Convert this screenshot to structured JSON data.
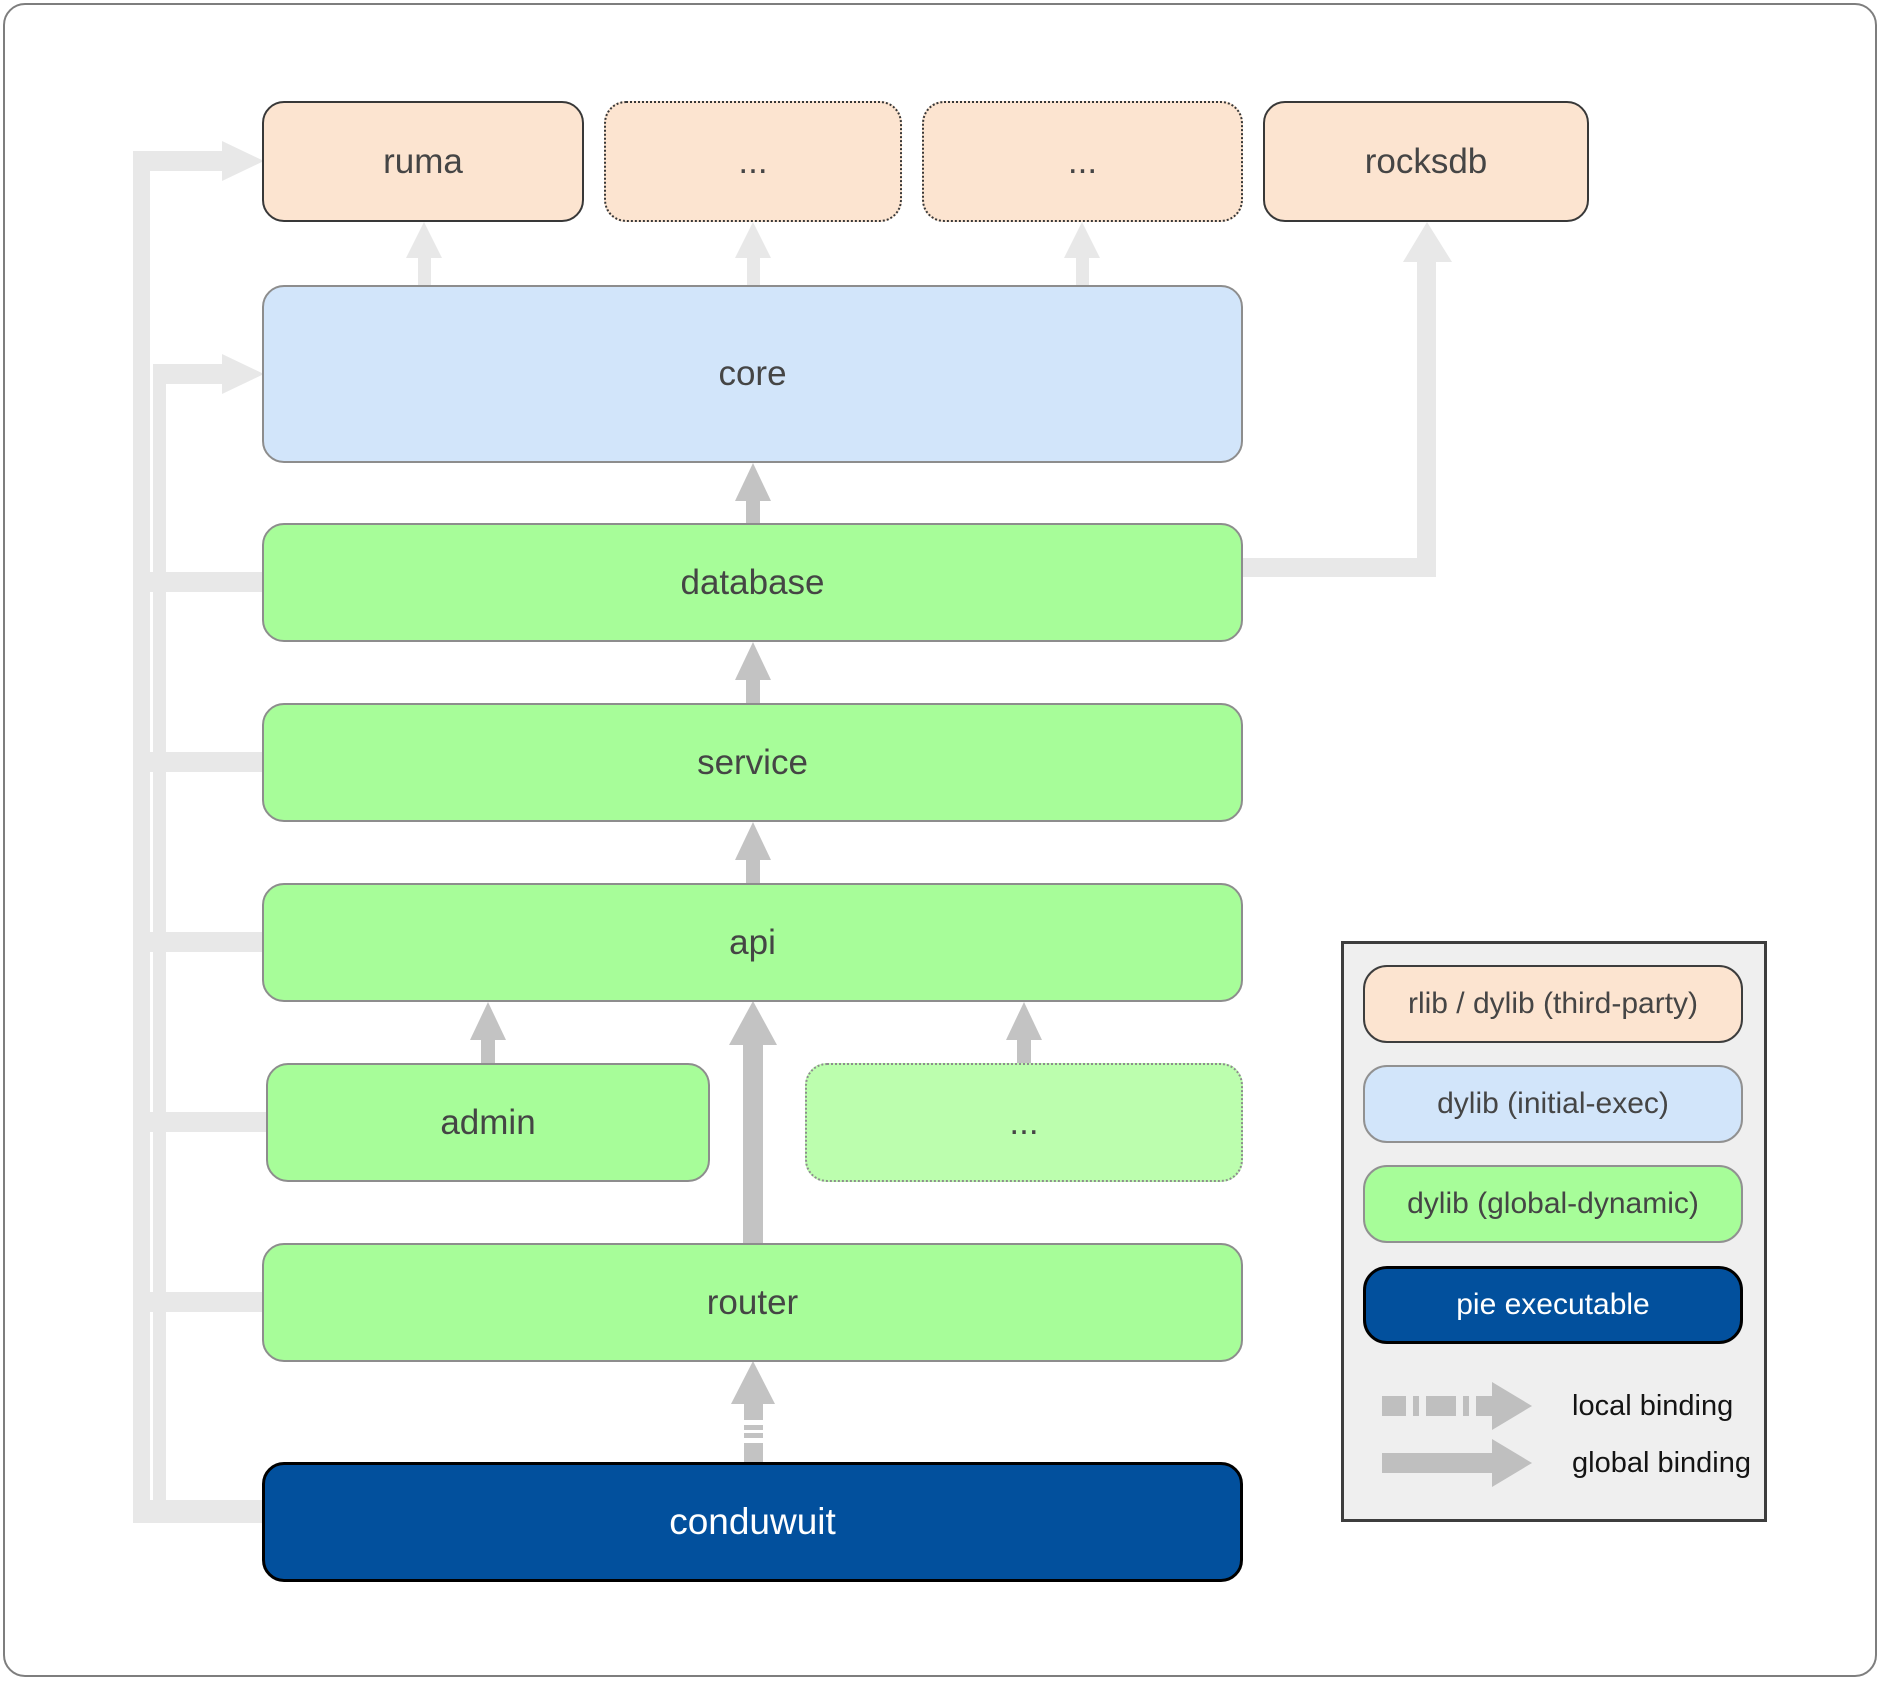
{
  "nodes": {
    "ruma": "ruma",
    "third_party_more_1": "...",
    "third_party_more_2": "...",
    "rocksdb": "rocksdb",
    "core": "core",
    "database": "database",
    "service": "service",
    "api": "api",
    "admin": "admin",
    "api_more": "...",
    "router": "router",
    "conduwuit": "conduwuit"
  },
  "edges": [
    {
      "from": "core",
      "to": "ruma",
      "binding": "global"
    },
    {
      "from": "core",
      "to": "third_party_more_1",
      "binding": "global"
    },
    {
      "from": "core",
      "to": "third_party_more_2",
      "binding": "global"
    },
    {
      "from": "database",
      "to": "rocksdb",
      "binding": "global"
    },
    {
      "from": "database",
      "to": "core",
      "binding": "global"
    },
    {
      "from": "service",
      "to": "database",
      "binding": "global"
    },
    {
      "from": "api",
      "to": "service",
      "binding": "global"
    },
    {
      "from": "admin",
      "to": "api",
      "binding": "global"
    },
    {
      "from": "api_more",
      "to": "api",
      "binding": "global"
    },
    {
      "from": "router",
      "to": "api",
      "binding": "global"
    },
    {
      "from": "conduwuit",
      "to": "router",
      "binding": "local"
    },
    {
      "from": "conduwuit",
      "to": "ruma",
      "binding": "global"
    },
    {
      "from": "conduwuit",
      "to": "core",
      "binding": "global"
    },
    {
      "from": "conduwuit",
      "to": "database",
      "binding": "global"
    },
    {
      "from": "conduwuit",
      "to": "service",
      "binding": "global"
    },
    {
      "from": "conduwuit",
      "to": "api",
      "binding": "global"
    },
    {
      "from": "conduwuit",
      "to": "admin",
      "binding": "global"
    },
    {
      "from": "conduwuit",
      "to": "router",
      "binding": "global"
    }
  ],
  "legend": {
    "items": [
      {
        "label": "rlib / dylib (third-party)"
      },
      {
        "label": "dylib (initial-exec)"
      },
      {
        "label": "dylib (global-dynamic)"
      },
      {
        "label": "pie executable"
      }
    ],
    "bindings": [
      {
        "label": "local binding"
      },
      {
        "label": "global binding"
      }
    ]
  },
  "colors": {
    "third_party_fill": "#fce4d0",
    "initial_exec_fill": "#d2e5fa",
    "global_dynamic_fill": "#a7fd99",
    "global_dynamic_light_fill": "#bcfeae",
    "pie_executable_fill": "#02509d",
    "edge_light": "#e8e8e8",
    "edge_medium": "#c3c3c3",
    "label_text": "#454545"
  }
}
